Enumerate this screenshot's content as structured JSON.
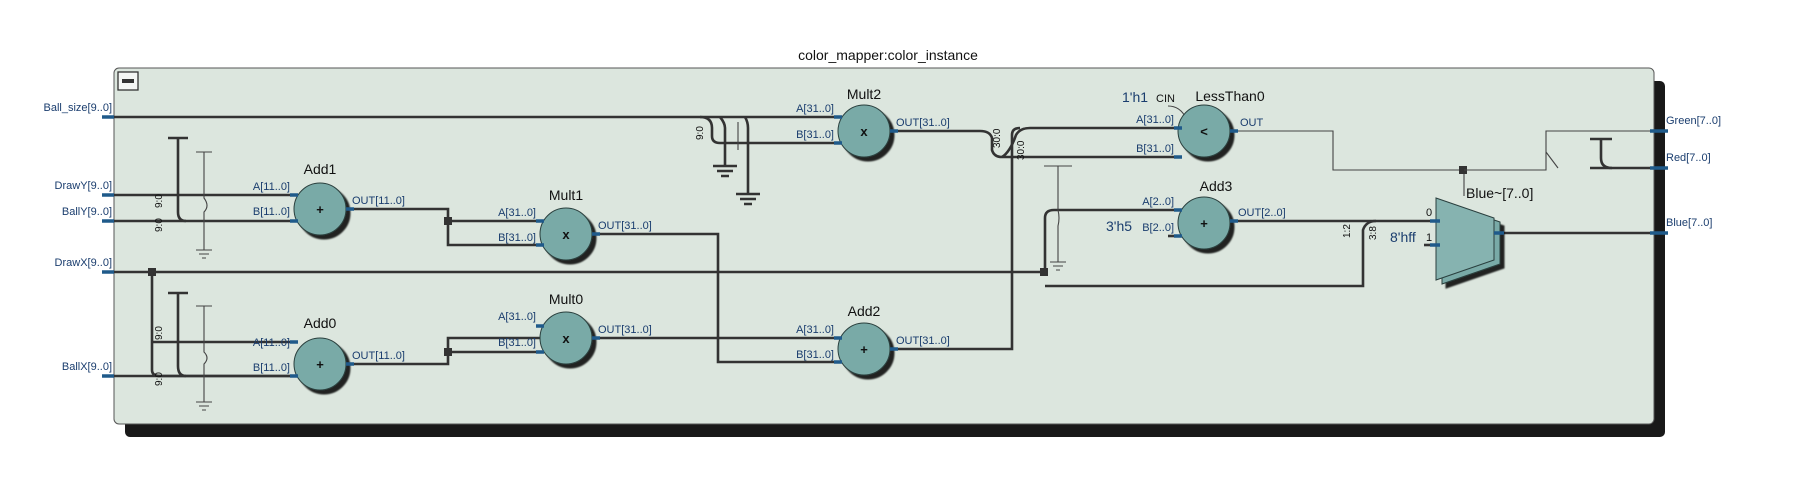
{
  "title": "color_mapper:color_instance",
  "colors": {
    "panel": "#dce6de",
    "block": "#79aaa7",
    "port_text": "#1a3d6e",
    "wire": "#333333"
  },
  "icons": {
    "collapse": "minus-square-icon"
  },
  "inputs": {
    "ball_size": "Ball_size[9..0]",
    "drawy": "DrawY[9..0]",
    "bally": "BallY[9..0]",
    "drawx": "DrawX[9..0]",
    "ballx": "BallX[9..0]"
  },
  "outputs": {
    "green": "Green[7..0]",
    "red": "Red[7..0]",
    "blue": "Blue[7..0]"
  },
  "blocks": {
    "add1": {
      "name": "Add1",
      "op": "+",
      "a": "A[11..0]",
      "b": "B[11..0]",
      "out": "OUT[11..0]"
    },
    "add0": {
      "name": "Add0",
      "op": "+",
      "a": "A[11..0]",
      "b": "B[11..0]",
      "out": "OUT[11..0]"
    },
    "mult1": {
      "name": "Mult1",
      "op": "x",
      "a": "A[31..0]",
      "b": "B[31..0]",
      "out": "OUT[31..0]"
    },
    "mult0": {
      "name": "Mult0",
      "op": "x",
      "a": "A[31..0]",
      "b": "B[31..0]",
      "out": "OUT[31..0]"
    },
    "mult2": {
      "name": "Mult2",
      "op": "x",
      "a": "A[31..0]",
      "b": "B[31..0]",
      "out": "OUT[31..0]"
    },
    "add2": {
      "name": "Add2",
      "op": "+",
      "a": "A[31..0]",
      "b": "B[31..0]",
      "out": "OUT[31..0]"
    },
    "lessthan0": {
      "name": "LessThan0",
      "op": "<",
      "a": "A[31..0]",
      "b": "B[31..0]",
      "out": "OUT",
      "cin": "CIN",
      "cin_const": "1'h1"
    },
    "add3": {
      "name": "Add3",
      "op": "+",
      "a": "A[2..0]",
      "b": "B[2..0]",
      "out": "OUT[2..0]",
      "b_const": "3'h5"
    },
    "mux": {
      "name": "Blue~[7..0]",
      "in0": "0",
      "in1": "1",
      "in1_const": "8'hff"
    }
  },
  "slices": {
    "bally_a": "9:0",
    "bally_b": "9:0",
    "ballx_a": "9:0",
    "ballx_b": "9:0",
    "mult2_in": "9:0",
    "mult2_out": "30:0",
    "add2_out": "30:0",
    "add3_out_a": "1:2",
    "add3_out_b": "3:8"
  }
}
